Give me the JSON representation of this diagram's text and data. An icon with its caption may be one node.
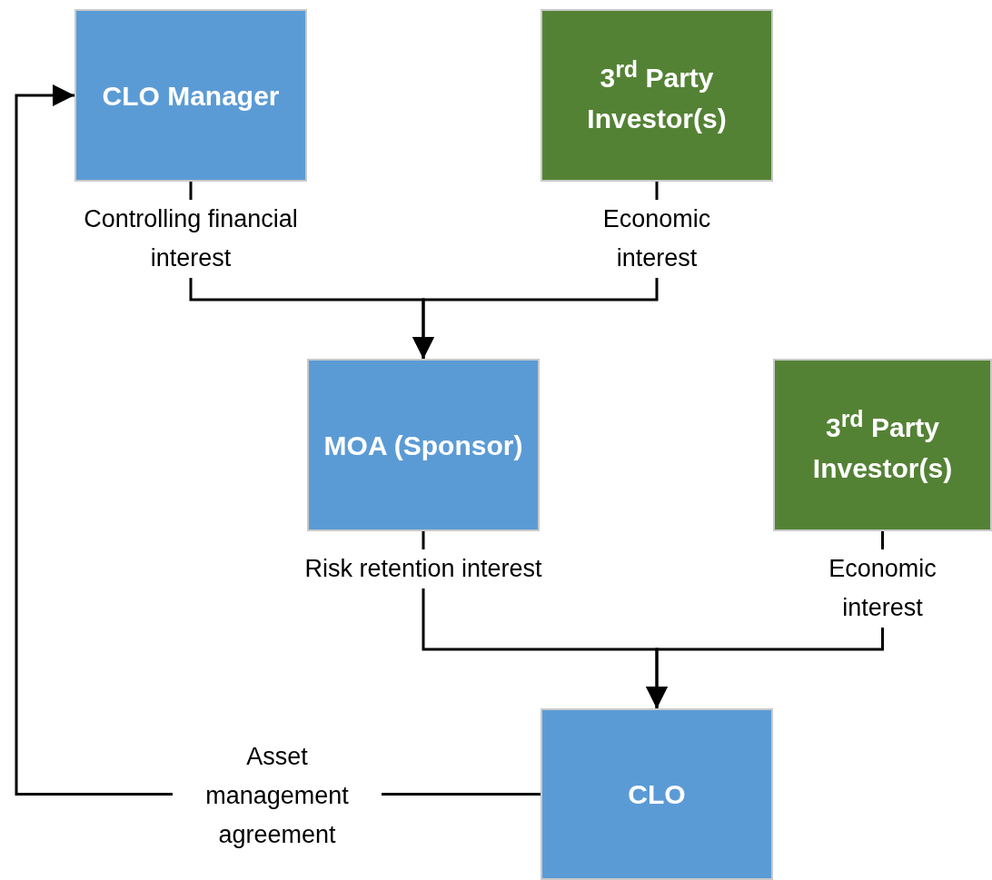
{
  "diagram": {
    "nodes": [
      {
        "text": [
          "CLO Manager"
        ]
      },
      {
        "text": [
          "3$^{rd}$ Party Investor(s)"
        ]
      },
      {
        "text": [
          "MOA (Sponsor)"
        ]
      },
      {
        "text": [
          "3$^{rd}$ Party Investor(s)"
        ]
      },
      {
        "text": [
          "CLO"
        ]
      }
    ],
    "edges": [
      {
        "from": 0,
        "to": 2,
        "arrow": "to",
        "label": "Controlling financial interest"
      },
      {
        "from": 1,
        "to": 2,
        "arrow": "to",
        "label": "Economic interest"
      },
      {
        "from": 2,
        "to": 4,
        "arrow": "to",
        "label": "Risk retention interest"
      },
      {
        "from": 3,
        "to": 4,
        "arrow": "to",
        "label": "Economic interest"
      },
      {
        "from": 4,
        "to": 0,
        "arrow": "to",
        "label": "Asset management agreement"
      }
    ]
  }
}
